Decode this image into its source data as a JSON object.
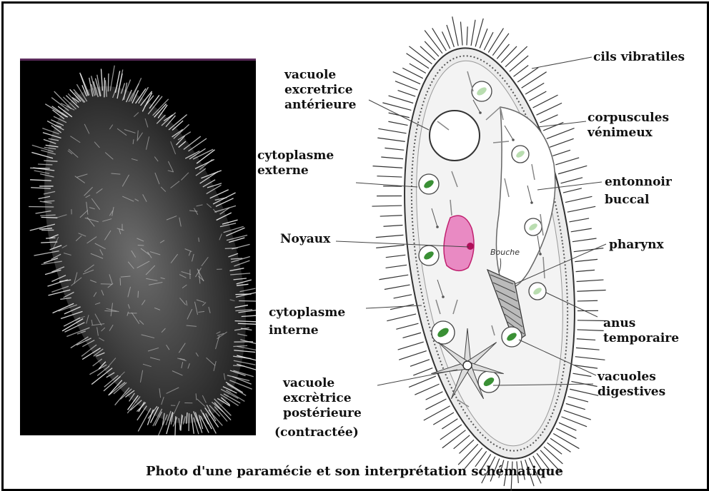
{
  "labels": {
    "vacuole_anterieure": [
      "vacuole",
      "excretrice",
      "antérieure"
    ],
    "cytoplasme_externe": [
      "cytoplasme",
      "externe"
    ],
    "noyaux": "Noyaux",
    "cytoplasme_interne": [
      "cytoplasme",
      "interne"
    ],
    "vacuole_posterieure": [
      "vacuole",
      "excrètrice",
      "postérieure"
    ],
    "contractee": "(contractée)",
    "cils_vibratiles": "cils vibratiles",
    "corpuscules_venimeux": [
      "corpuscules",
      "vénimeux"
    ],
    "entonnoir_buccal": [
      "entonnoir",
      "buccal"
    ],
    "pharynx": "pharynx",
    "anus_temporaire": [
      "anus",
      "temporaire"
    ],
    "vacuoles_digestives": [
      "vacuoles",
      "digestives"
    ],
    "bouche": "Bouche"
  },
  "caption": "Photo d'une paramécie et son interprétation schématique",
  "colors": {
    "nucleus": "#e0339a",
    "food_vacuole": "#2f8a2a",
    "cell_fill": "#eeeeee",
    "photo_bg": "#000000"
  }
}
